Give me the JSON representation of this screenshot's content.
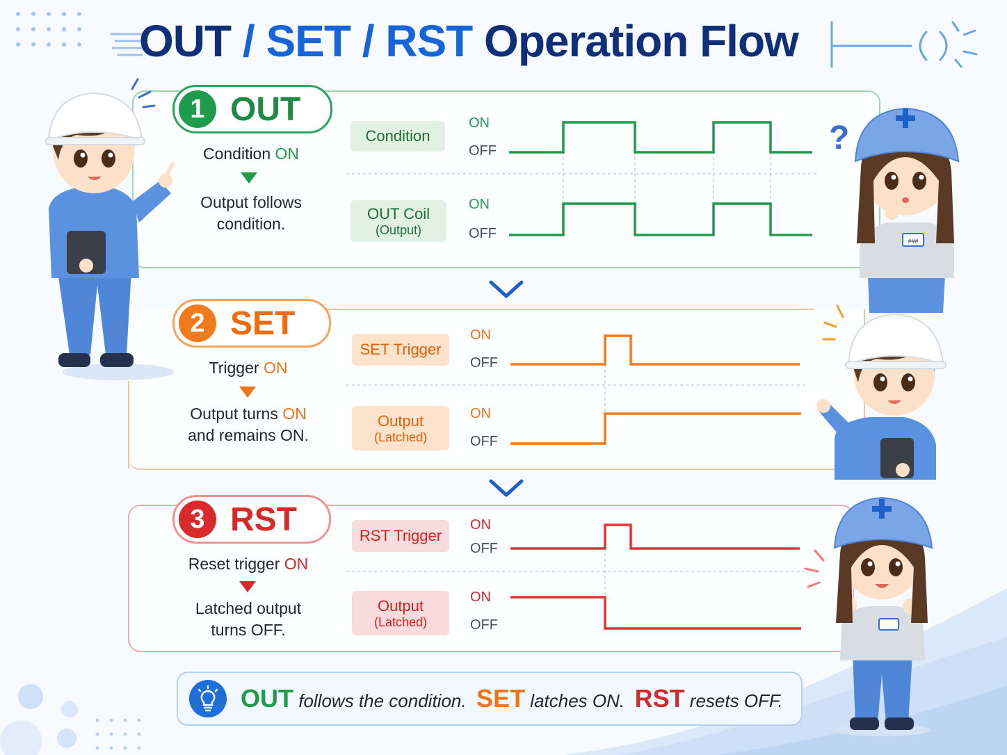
{
  "title": {
    "out": "OUT",
    "sep1": " / ",
    "set": "SET",
    "sep2": " / ",
    "rst": "RST",
    "rest": " Operation Flow"
  },
  "sections": [
    {
      "num": "1",
      "name": "OUT",
      "desc_a_pre": "Condition ",
      "desc_a_hl": "ON",
      "desc_b_pre": "Output follows",
      "desc_b_hl": "",
      "desc_b_post": "condition.",
      "signals": [
        {
          "label": "Condition",
          "sub": "",
          "on": "ON",
          "off": "OFF"
        },
        {
          "label": "OUT Coil",
          "sub": "(Output)",
          "on": "ON",
          "off": "OFF"
        }
      ]
    },
    {
      "num": "2",
      "name": "SET",
      "desc_a_pre": "Trigger ",
      "desc_a_hl": "ON",
      "desc_b_pre": "Output turns ",
      "desc_b_hl": "ON",
      "desc_b_post": "and remains ON.",
      "signals": [
        {
          "label": "SET Trigger",
          "sub": "",
          "on": "ON",
          "off": "OFF"
        },
        {
          "label": "Output",
          "sub": "(Latched)",
          "on": "ON",
          "off": "OFF"
        }
      ]
    },
    {
      "num": "3",
      "name": "RST",
      "desc_a_pre": "Reset trigger ",
      "desc_a_hl": "ON",
      "desc_b_pre": "Latched output",
      "desc_b_hl": "",
      "desc_b_post": "turns OFF.",
      "signals": [
        {
          "label": "RST Trigger",
          "sub": "",
          "on": "ON",
          "off": "OFF"
        },
        {
          "label": "Output",
          "sub": "(Latched)",
          "on": "ON",
          "off": "OFF"
        }
      ]
    }
  ],
  "tip": {
    "k1": "OUT",
    "t1": " follows the condition.",
    "k2": "SET",
    "t2": " latches ON.",
    "k3": "RST",
    "t3": " resets OFF."
  },
  "characters": {
    "question_mark": "?",
    "badge_text": "###"
  },
  "colors": {
    "out": "#1e9b4d",
    "set": "#f07b1d",
    "rst": "#d82a2a",
    "title": "#0f2f78",
    "accent": "#1565d8"
  }
}
